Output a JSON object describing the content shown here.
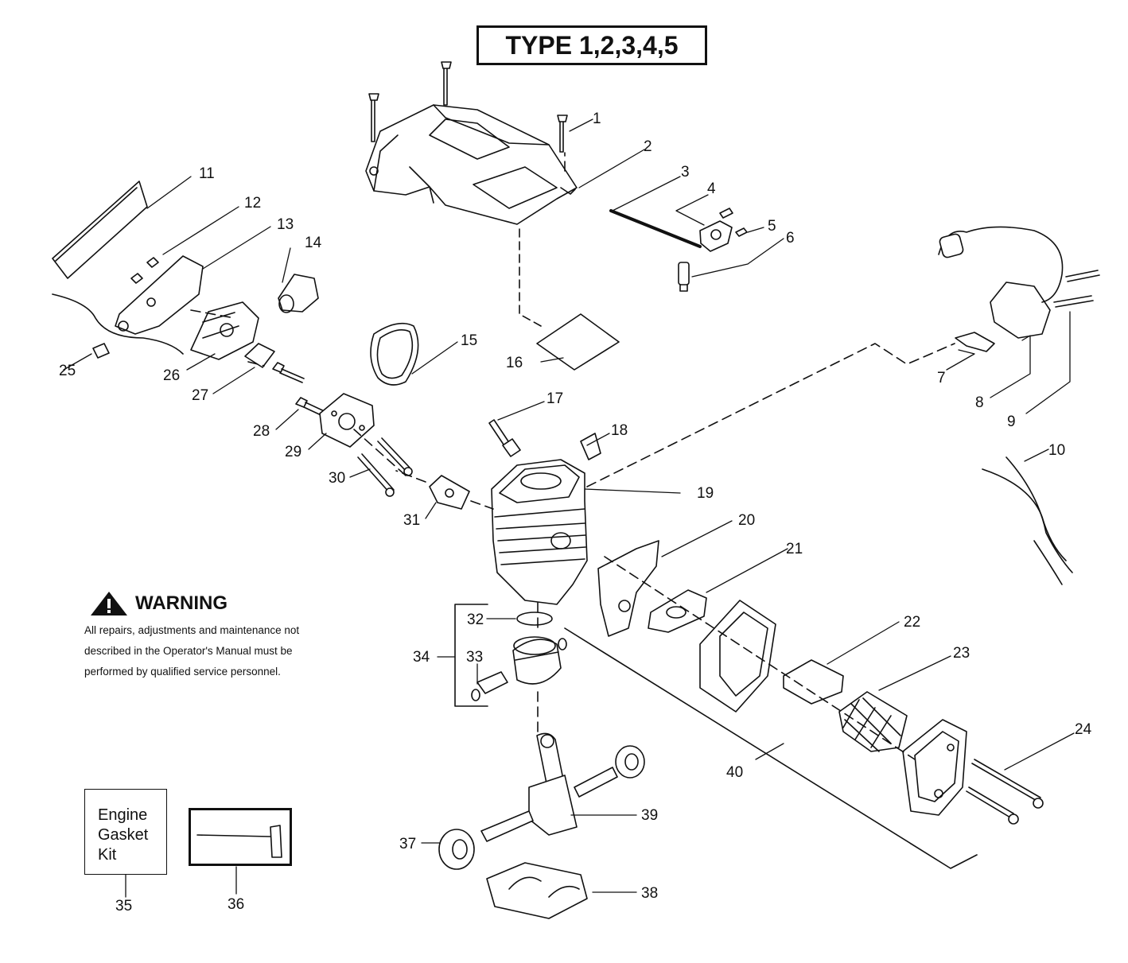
{
  "title": "TYPE 1,2,3,4,5",
  "warning": {
    "title": "WARNING",
    "lines": [
      "All repairs, adjustments and maintenance not",
      "described in the Operator's Manual must be",
      "performed by qualified  service personnel."
    ]
  },
  "kit_box": {
    "lines": [
      "Engine",
      "Gasket",
      "Kit"
    ]
  },
  "callouts": {
    "c1": "1",
    "c2": "2",
    "c3": "3",
    "c4": "4",
    "c5": "5",
    "c6": "6",
    "c7": "7",
    "c8": "8",
    "c9": "9",
    "c10": "10",
    "c11": "11",
    "c12": "12",
    "c13": "13",
    "c14": "14",
    "c15": "15",
    "c16": "16",
    "c17": "17",
    "c18": "18",
    "c19": "19",
    "c20": "20",
    "c21": "21",
    "c22": "22",
    "c23": "23",
    "c24": "24",
    "c25": "25",
    "c26": "26",
    "c27": "27",
    "c28": "28",
    "c29": "29",
    "c30": "30",
    "c31": "31",
    "c32": "32",
    "c33": "33",
    "c34": "34",
    "c35": "35",
    "c36": "36",
    "c37": "37",
    "c38": "38",
    "c39": "39",
    "c40": "40"
  }
}
